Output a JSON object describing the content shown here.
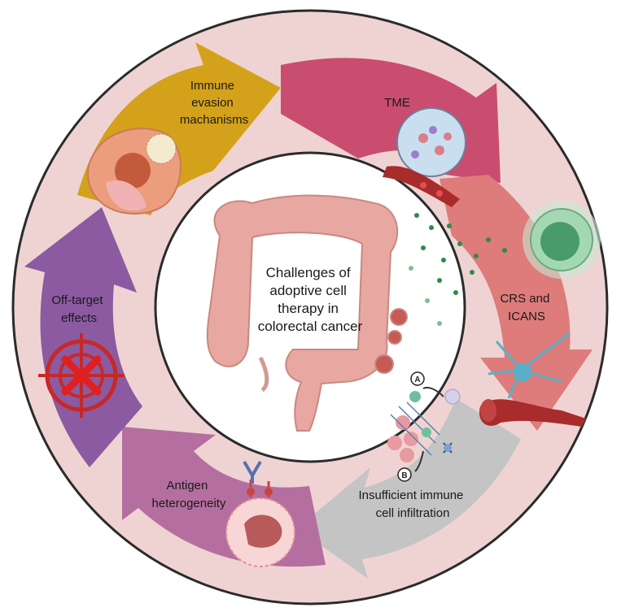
{
  "center_title": [
    "Challenges of",
    "adoptive cell",
    "therapy in",
    "colorectal cancer"
  ],
  "segments": {
    "immune_evasion": [
      "Immune",
      "evasion",
      "machanisms"
    ],
    "tme": [
      "TME"
    ],
    "crs_icans": [
      "CRS and",
      "ICANS"
    ],
    "infiltration": [
      "Insufficient immune",
      "cell infiltration"
    ],
    "antigen": [
      "Antigen",
      "heterogeneity"
    ],
    "off_target": [
      "Off-target",
      "effects"
    ]
  },
  "markers": {
    "a": "A",
    "b": "B"
  },
  "colors": {
    "ring": "#efd3d2",
    "ring_stroke": "#2b2b2b",
    "immune_evasion": "#d4a21a",
    "tme": "#c94d6e",
    "crs_icans": "#de7b7b",
    "infiltration": "#c4c4c4",
    "antigen": "#b46fa0",
    "off_target": "#8b5aa0"
  }
}
